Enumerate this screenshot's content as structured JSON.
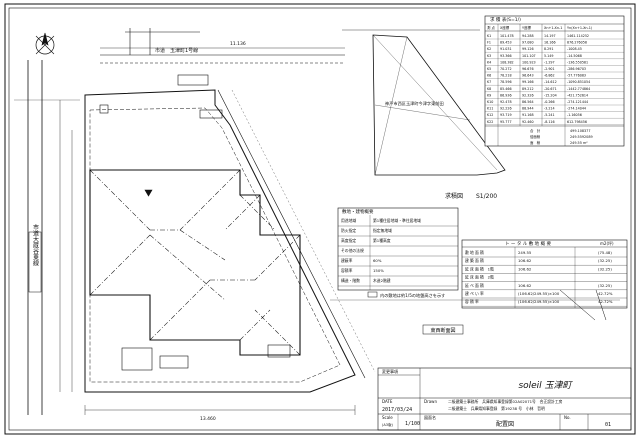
{
  "drawing": {
    "title_panel": {
      "revision_header": "変更事項",
      "project_name": "soleil 玉津町",
      "drawn_label": "Drawn",
      "date_label": "DATE",
      "date_value": "2017/03/24",
      "scale_label": "Scale",
      "scale_sub": "(A3版)",
      "scale_value": "1/100",
      "drawing_title_label": "図面名",
      "drawing_title": "配置図",
      "number_label": "No.",
      "number_value": "01",
      "designer_lines": [
        "二級建築士事務所　兵庫県知事登録第02A02071号　合正設計工房",
        "二級建築士　兵庫県知事登録　第19238 号　小林　哲明"
      ]
    },
    "notes": {
      "station_label": "市道　玉津町1号線",
      "outline_label": "求積図",
      "outline_scale": "S1/200",
      "east_west_label": "東西断面図",
      "north_dim": "11.136",
      "south_dim": "13.460",
      "address_line": "神戸市西区玉津町今津字東前田",
      "legend_text": "内の敷地は約1/5の地盤高さを示す"
    },
    "regulation_table": {
      "title": "敷地・建物概要",
      "rows": [
        {
          "label": "用途地域",
          "value": "第1種住居地域・準住居地域"
        },
        {
          "label": "防火指定",
          "value": "指定無地域"
        },
        {
          "label": "高度指定",
          "value": "第1種高度"
        },
        {
          "label": "その他の法規",
          "value": ""
        },
        {
          "label": "建蔽率",
          "value": "60%"
        },
        {
          "label": "容積率",
          "value": "150%"
        },
        {
          "label": "構造・階数",
          "value": "木造2階建"
        }
      ]
    },
    "area_table": {
      "title": "ト ー タ ル 敷 地 概 要",
      "unit": "m2(坪)",
      "rows": [
        {
          "label": "敷 地 面 積",
          "col1": "249.55",
          "col2": "(75.48)"
        },
        {
          "label": "建 築 面 積",
          "col1": "106.62",
          "col2": "(32.25)"
        },
        {
          "label": "延 床 面 積　1階",
          "col1": "106.62",
          "col2": "(32.25)"
        },
        {
          "label": "延 床 面 積　2階",
          "col1": "",
          "col2": ""
        },
        {
          "label": "延 べ 面 積",
          "col1": "106.62",
          "col2": "(32.25)"
        },
        {
          "label": "建 ぺ い 率",
          "col1": "(106.62/249.55)×100",
          "col2": "42.72%"
        },
        {
          "label": "容 積 率",
          "col1": "(106.62/249.55)×100",
          "col2": "42.72%"
        }
      ]
    },
    "coordinate_table": {
      "headers": [
        "測 点",
        "X座標",
        "Y座標",
        "Xn+1-Xn-1",
        "Yn(Xn+1-Xn-1)"
      ],
      "rows": [
        [
          "K1",
          "101.478",
          "94.288",
          "14.197",
          "1461.114252"
        ],
        [
          "F1",
          "89.453",
          "97.080",
          "16.166",
          "876.276058"
        ],
        [
          "K2",
          "91.031",
          "99.126",
          "8.291",
          "-1008.45"
        ],
        [
          "K3",
          "93.366",
          "101.107",
          "5.149",
          "-14.5068"
        ],
        [
          "K4",
          "108.382",
          "100.923",
          "-1.297",
          "-136.550581"
        ],
        [
          "K5",
          "70.272",
          "96.676",
          "-2.901",
          "-286.96703"
        ],
        [
          "K6",
          "78.218",
          "96.643",
          "-6.862",
          "-57.776083"
        ],
        [
          "K7",
          "78.596",
          "99.166",
          "-14.612",
          "-1090.851054"
        ],
        [
          "K8",
          "85.466",
          "89.212",
          "-20.671",
          "-1442.774864"
        ],
        [
          "K9",
          "86.936",
          "92.326",
          "-15.204",
          "-421.752614"
        ],
        [
          "K10",
          "92.478",
          "86.564",
          "-0.266",
          "-274.121444"
        ],
        [
          "K11",
          "92.226",
          "88.944",
          "-3.214",
          "-274.14044"
        ],
        [
          "K12",
          "93.719",
          "91.168",
          "-5.241",
          "-1.16056"
        ],
        [
          "K22",
          "95.777",
          "92.460",
          "-8.116",
          "612.798456"
        ]
      ],
      "footer": [
        {
          "label": "合　計",
          "value": "499.108377"
        },
        {
          "label": "倍面積",
          "value": "249.5592089"
        },
        {
          "label": "面　積",
          "value": "249.55 m²"
        }
      ]
    },
    "vertical_road_label": "市道大蔵谷東線",
    "vertical_road_label_2": "市道大蔵谷東線"
  }
}
